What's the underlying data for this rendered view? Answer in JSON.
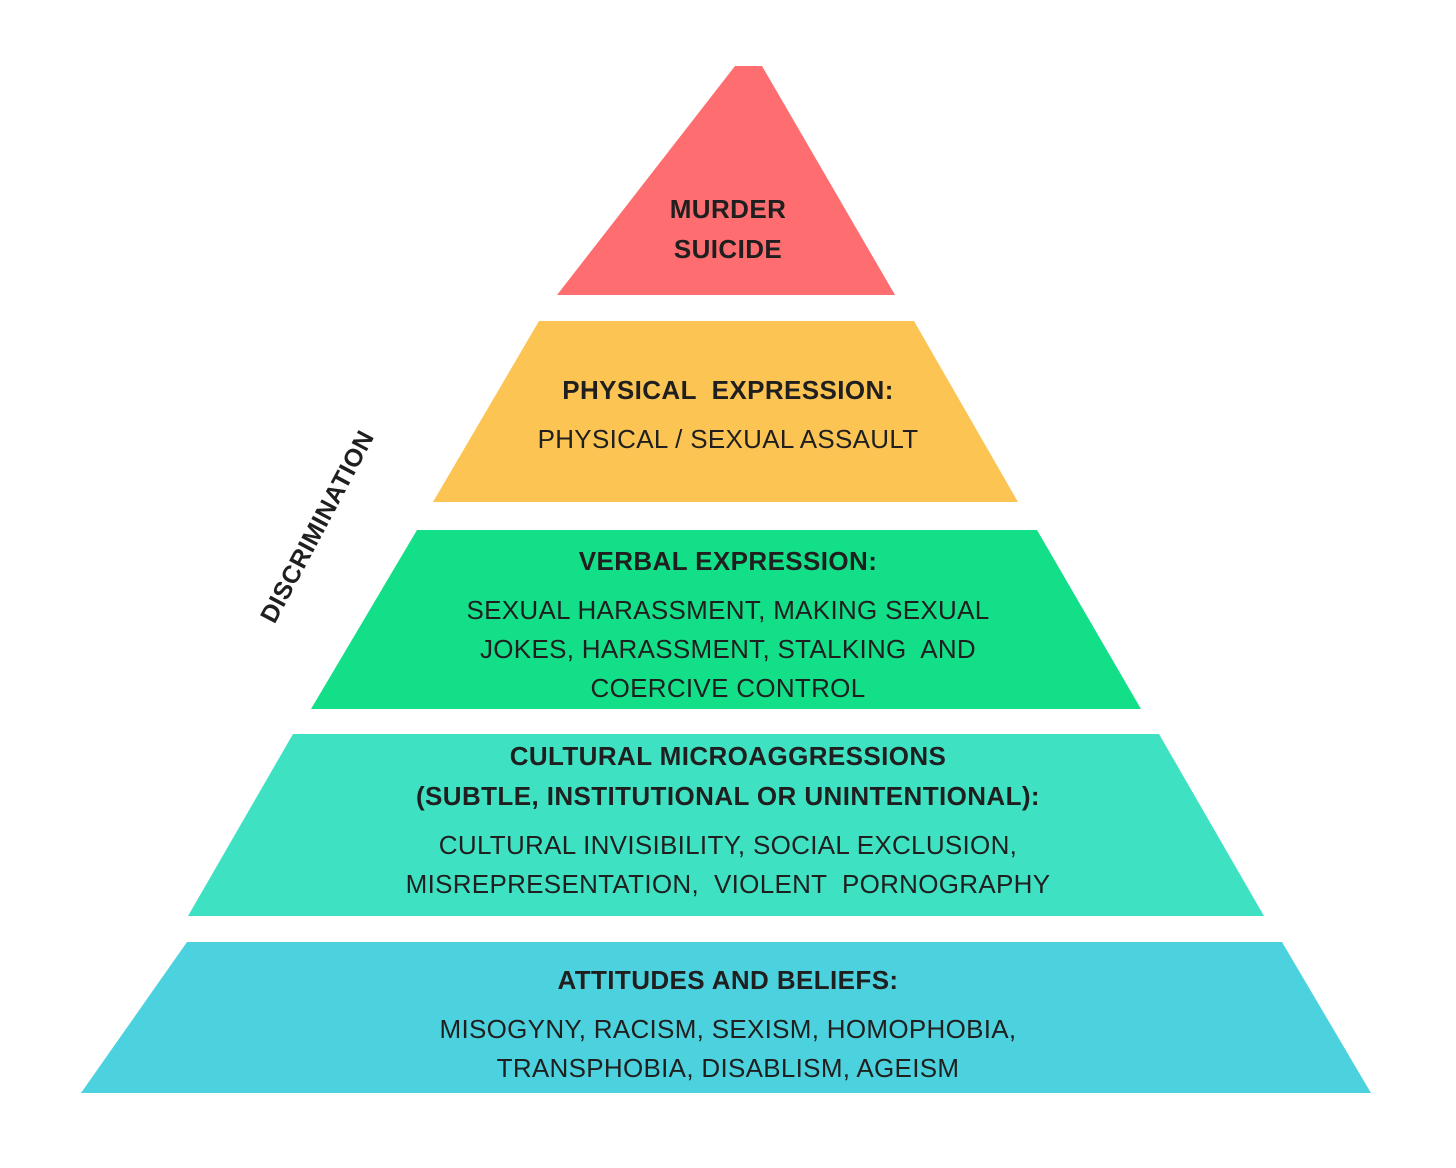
{
  "side_label": "DISCRIMINATION",
  "tiers": [
    {
      "name": "murder-suicide",
      "color": "#fe6d70",
      "heading_lines": [
        "MURDER",
        "SUICIDE"
      ],
      "body_lines": []
    },
    {
      "name": "physical-expression",
      "color": "#fcc453",
      "heading_lines": [
        "PHYSICAL  EXPRESSION:"
      ],
      "body_lines": [
        "PHYSICAL / SEXUAL ASSAULT"
      ]
    },
    {
      "name": "verbal-expression",
      "color": "#13df89",
      "heading_lines": [
        "VERBAL EXPRESSION:"
      ],
      "body_lines": [
        "SEXUAL HARASSMENT, MAKING SEXUAL",
        "JOKES, HARASSMENT, STALKING  AND",
        "COERCIVE CONTROL"
      ]
    },
    {
      "name": "cultural-microaggressions",
      "color": "#3ee2c3",
      "heading_lines": [
        "CULTURAL MICROAGGRESSIONS",
        "(SUBTLE, INSTITUTIONAL OR UNINTENTIONAL):"
      ],
      "body_lines": [
        "CULTURAL INVISIBILITY, SOCIAL EXCLUSION,",
        "MISREPRESENTATION,  VIOLENT  PORNOGRAPHY"
      ]
    },
    {
      "name": "attitudes-and-beliefs",
      "color": "#4cd2de",
      "heading_lines": [
        "ATTITUDES AND BELIEFS:"
      ],
      "body_lines": [
        "MISOGYNY, RACISM, SEXISM, HOMOPHOBIA,",
        "TRANSPHOBIA, DISABLISM, AGEISM"
      ]
    }
  ]
}
